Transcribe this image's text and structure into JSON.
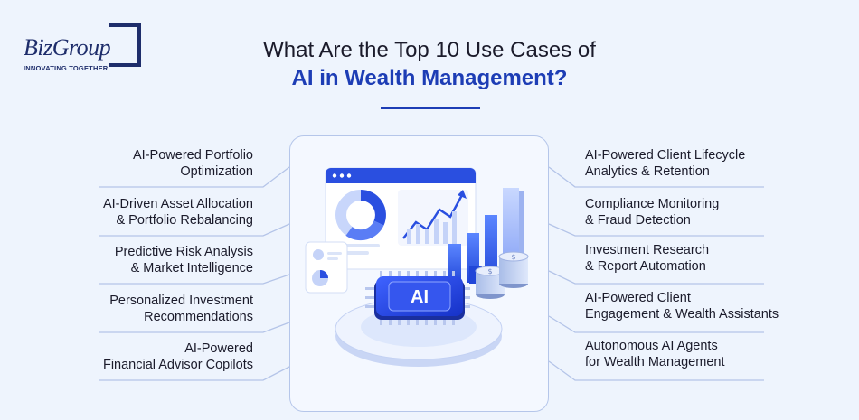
{
  "logo": {
    "name": "BizGroup",
    "tagline": "INNOVATING TOGETHER"
  },
  "title": {
    "line1": "What Are the Top 10 Use Cases of",
    "line2": "AI in Wealth Management?"
  },
  "illustration": {
    "chip_label": "AI"
  },
  "use_cases_left": [
    {
      "line1": "AI-Powered Portfolio",
      "line2": "Optimization"
    },
    {
      "line1": "AI-Driven Asset Allocation",
      "line2": "& Portfolio Rebalancing"
    },
    {
      "line1": "Predictive Risk Analysis",
      "line2": "& Market Intelligence"
    },
    {
      "line1": "Personalized Investment",
      "line2": "Recommendations"
    },
    {
      "line1": "AI-Powered",
      "line2": "Financial Advisor Copilots"
    }
  ],
  "use_cases_right": [
    {
      "line1": "AI-Powered Client Lifecycle",
      "line2": "Analytics & Retention"
    },
    {
      "line1": "Compliance Monitoring",
      "line2": "& Fraud Detection"
    },
    {
      "line1": "Investment Research",
      "line2": "& Report Automation"
    },
    {
      "line1": "AI-Powered Client",
      "line2": "Engagement & Wealth Assistants"
    },
    {
      "line1": "Autonomous AI Agents",
      "line2": "for Wealth Management"
    }
  ],
  "colors": {
    "background": "#eef4fd",
    "accent": "#1d3db5",
    "logo": "#1e2d6b",
    "connector": "#b4c4e8"
  }
}
